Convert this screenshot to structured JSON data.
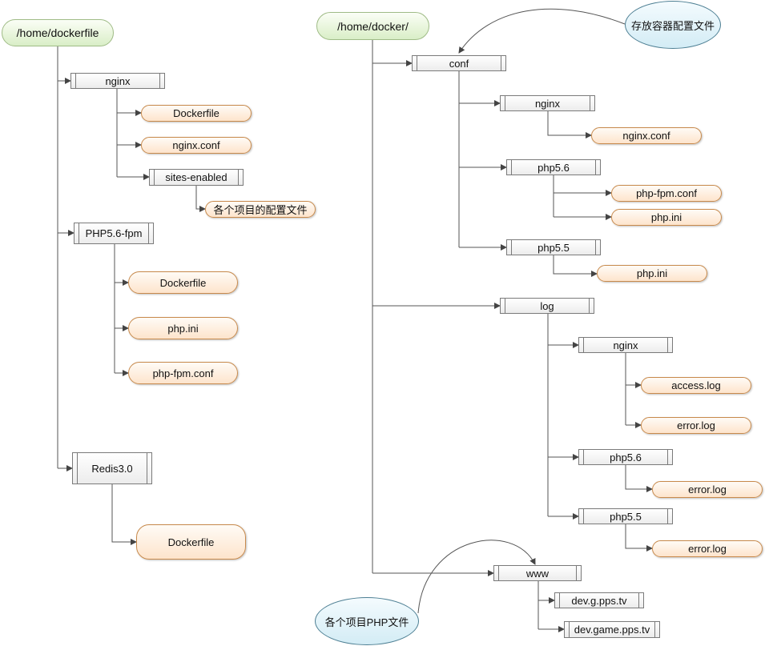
{
  "left_tree": {
    "root": "/home/dockerfile",
    "nginx": {
      "label": "nginx",
      "dockerfile": "Dockerfile",
      "conf": "nginx.conf",
      "sites_enabled": "sites-enabled",
      "sites_note": "各个项目的配置文件"
    },
    "php": {
      "label": "PHP5.6-fpm",
      "dockerfile": "Dockerfile",
      "ini": "php.ini",
      "fpm_conf": "php-fpm.conf"
    },
    "redis": {
      "label": "Redis3.0",
      "dockerfile": "Dockerfile"
    }
  },
  "right_tree": {
    "root": "/home/docker/",
    "conf": {
      "label": "conf",
      "nginx": {
        "label": "nginx",
        "conf": "nginx.conf"
      },
      "php56": {
        "label": "php5.6",
        "fpm_conf": "php-fpm.conf",
        "ini": "php.ini"
      },
      "php55": {
        "label": "php5.5",
        "ini": "php.ini"
      }
    },
    "log": {
      "label": "log",
      "nginx": {
        "label": "nginx",
        "access": "access.log",
        "error": "error.log"
      },
      "php56": {
        "label": "php5.6",
        "error": "error.log"
      },
      "php55": {
        "label": "php5.5",
        "error": "error.log"
      }
    },
    "www": {
      "label": "www",
      "site1": "dev.g.pps.tv",
      "site2": "dev.game.pps.tv"
    }
  },
  "callouts": {
    "config_files": "存放容器配置文件",
    "php_files": "各个项目PHP文件"
  }
}
